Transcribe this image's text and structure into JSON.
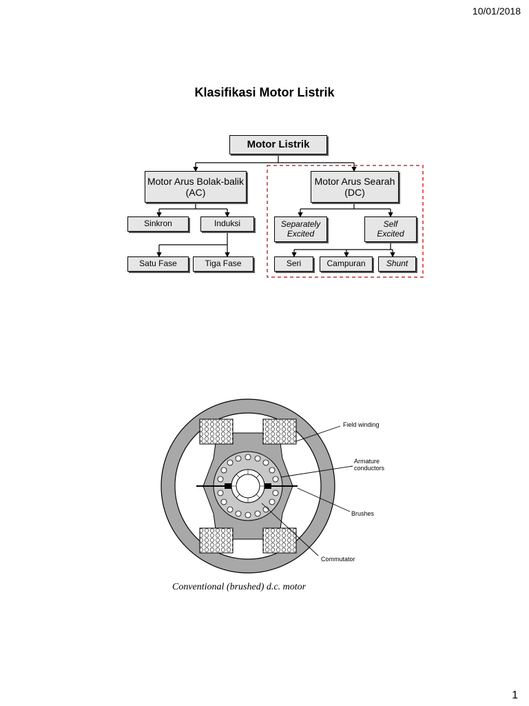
{
  "header": {
    "date": "10/01/2018"
  },
  "title": "Klasifikasi Motor Listrik",
  "tree": {
    "root": "Motor Listrik",
    "ac": "Motor Arus Bolak-balik (AC)",
    "dc": "Motor Arus Searah (DC)",
    "sinkron": "Sinkron",
    "induksi": "Induksi",
    "satu_fase": "Satu Fase",
    "tiga_fase": "Tiga Fase",
    "separately": "Separately Excited",
    "self": "Self Excited",
    "seri": "Seri",
    "campuran": "Campuran",
    "shunt": "Shunt",
    "highlight_color": "#d62828"
  },
  "motor_figure": {
    "labels": {
      "field_winding": "Field winding",
      "armature": "Armature conductors",
      "brushes": "Brushes",
      "commutator": "Commutator"
    },
    "caption": "Conventional (brushed) d.c. motor"
  },
  "footer": {
    "page": "1"
  }
}
